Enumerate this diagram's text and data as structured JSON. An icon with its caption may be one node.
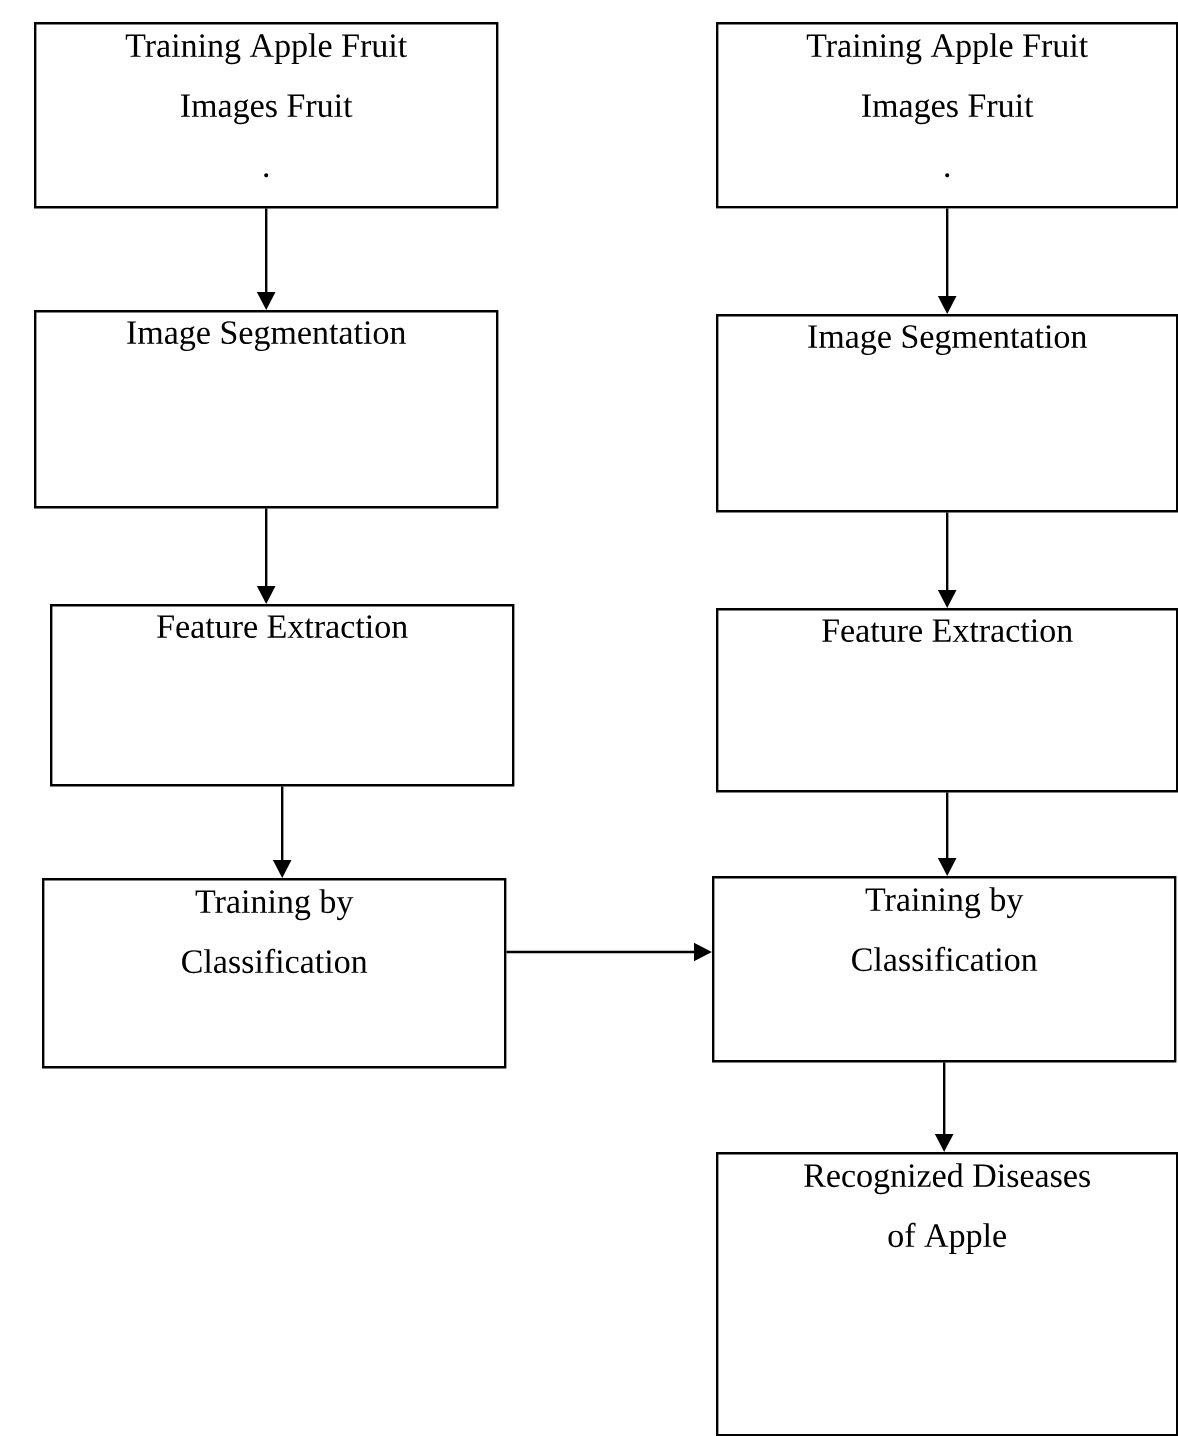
{
  "diagram": {
    "nodes": [
      {
        "text": [
          "Training Apple Fruit Images Fruit",
          "."
        ]
      },
      {
        "text": [
          "Image Segmentation"
        ]
      },
      {
        "text": [
          "Feature Extraction"
        ]
      },
      {
        "text": [
          "Training by Classification"
        ]
      },
      {
        "text": [
          "Training Apple Fruit Images Fruit",
          "."
        ]
      },
      {
        "text": [
          "Image Segmentation"
        ]
      },
      {
        "text": [
          "Feature Extraction"
        ]
      },
      {
        "text": [
          "Training by Classification"
        ]
      },
      {
        "text": [
          "Recognized Diseases of Apple"
        ]
      }
    ],
    "edges": [
      {
        "from": 0,
        "to": 1,
        "arrow": "to"
      },
      {
        "from": 1,
        "to": 2,
        "arrow": "to"
      },
      {
        "from": 2,
        "to": 3,
        "arrow": "to"
      },
      {
        "from": 4,
        "to": 5,
        "arrow": "to"
      },
      {
        "from": 5,
        "to": 6,
        "arrow": "to"
      },
      {
        "from": 6,
        "to": 7,
        "arrow": "to"
      },
      {
        "from": 3,
        "to": 7,
        "arrow": "to"
      },
      {
        "from": 7,
        "to": 8,
        "arrow": "to"
      }
    ]
  }
}
